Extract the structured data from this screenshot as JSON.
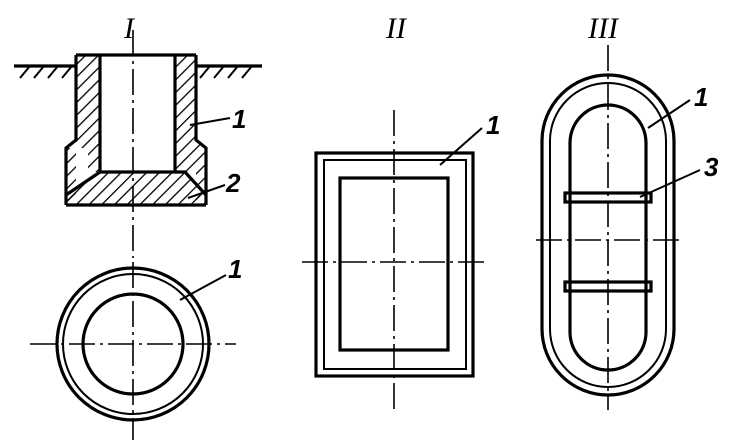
{
  "figure": {
    "section_labels": {
      "i": "I",
      "ii": "II",
      "iii": "III"
    },
    "callouts": {
      "i_wall": "1",
      "i_base": "2",
      "i_plan": "1",
      "ii_wall": "1",
      "iii_wall": "1",
      "iii_strut": "3"
    },
    "colors": {
      "ink": "#000000",
      "paper": "#ffffff"
    }
  }
}
